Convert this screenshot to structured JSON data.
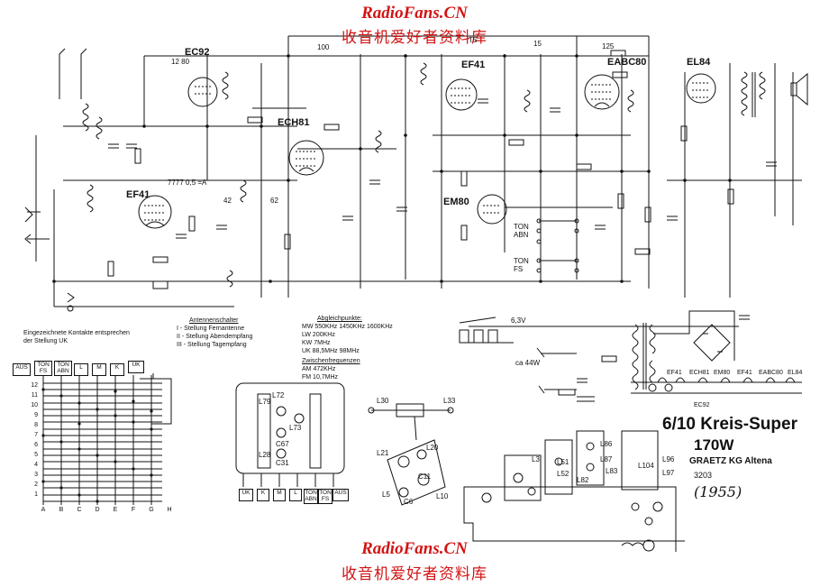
{
  "watermark": {
    "brand": "RadioFans.CN",
    "chinese": "收音机爱好者资料库"
  },
  "tubes": {
    "ec92": "EC92",
    "ech81": "ECH81",
    "ef41_rf": "EF41",
    "ef41_if": "EF41",
    "eabc80": "EABC80",
    "el84": "EL84",
    "em80": "EM80"
  },
  "title_block": {
    "line1": "6/10 Kreis-Super",
    "line2": "170W",
    "maker": "GRAETZ KG Altena",
    "code": "3203",
    "year": "(1955)"
  },
  "notes": {
    "switch_note": [
      "Eingezeichnete Kontakte entsprechen",
      "der Stellung UK"
    ],
    "antenna_switch": [
      "Antennenschalter",
      "I - Stellung Fernantenne",
      "II - Stellung Abendempfang",
      "III - Stellung Tagempfang"
    ],
    "alignment_title": "Abgleichpunkte:",
    "alignment": [
      "MW  550KHz 1450KHz 1600KHz",
      "LW  200KHz",
      "KW  7MHz",
      "UK  88,5MHz 98MHz"
    ],
    "if_title": "Zwischenfrequenzen",
    "if": [
      "AM  472KHz",
      "FM  10,7MHz"
    ]
  },
  "switch_buttons": [
    "AUS",
    "TON FS",
    "TON ABN",
    "L",
    "M",
    "K",
    "UK"
  ],
  "bottom_buttons": [
    "UK",
    "K",
    "M",
    "L",
    "TON ABN",
    "TON FS",
    "AUS"
  ],
  "grid_rows": [
    "12",
    "11",
    "10",
    "9",
    "8",
    "7",
    "6",
    "5",
    "4",
    "3",
    "2",
    "1"
  ],
  "grid_cols": [
    "A",
    "B",
    "C",
    "D",
    "E",
    "F",
    "G",
    "H"
  ],
  "tone_labels": {
    "ton_abn": "TON ABN",
    "ton_fs": "TON FS"
  },
  "power": {
    "heater": "6,3V",
    "consumption": "ca 44W"
  },
  "heater_chain": [
    "EF41",
    "ECH81",
    "EM80",
    "EF41",
    "EABC80",
    "EL84"
  ],
  "heater_tap": "EC92",
  "coils": {
    "box1": [
      "L79",
      "L72",
      "L73",
      "L28",
      "C67",
      "C31"
    ],
    "box2": [
      "L30",
      "L33",
      "L21",
      "L20",
      "L5",
      "L10",
      "C11",
      "C6"
    ],
    "box3": [
      "L3",
      "L51",
      "L52",
      "L86",
      "L87",
      "L82",
      "L83",
      "L96",
      "L97",
      "L104"
    ]
  },
  "labels": [
    "7777 0,5 =A",
    "12 80",
    "T5",
    "15",
    "100",
    "125",
    "62",
    "42"
  ]
}
